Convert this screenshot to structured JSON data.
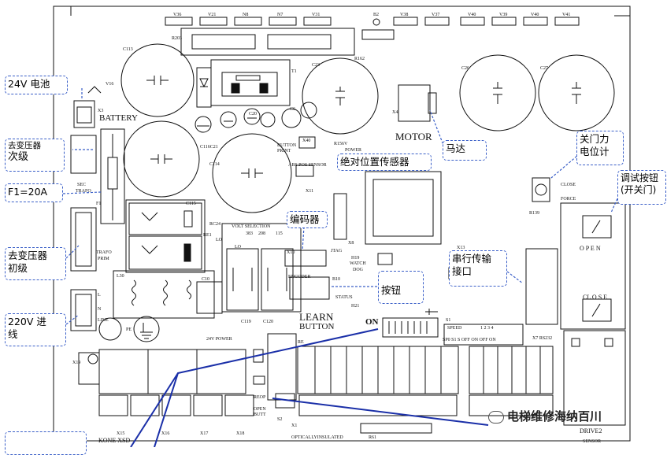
{
  "board_labels": {
    "battery": "BATTERY",
    "motor": "MOTOR",
    "learn": "LEARN",
    "button": "BUTTON",
    "on": "ON",
    "open": "O P E N",
    "close": "CL O S E",
    "drive2": "DRIVE2",
    "sensor": "SENSOR",
    "encoder": "ENCODER",
    "status": "STATUS",
    "watch_dog_1": "WATCH",
    "watch_dog_2": "DOG",
    "power": "POWER",
    "power24": "24V POWER",
    "trafo_prim_1": "TRAFO",
    "trafo_prim_2": "PRIM",
    "sec_trafo_1": "SEC",
    "sec_trafo_2": "TRAFO",
    "line": "LINE",
    "n": "N",
    "pe": "PE",
    "l": "L",
    "lo1": "LO",
    "lo2": "LO",
    "volt_selection": "VOLT SELECTION",
    "v383": "383",
    "v208": "208",
    "v115": "115",
    "speed": "SPEED",
    "s1": "S1",
    "sp_row": "SP0 S1 S OFF ON OFF ON",
    "nums": "1   2   3   4",
    "rs232": "X7 RS232",
    "reop_1": "REOP",
    "reop_2": "OPEN",
    "reop_3": "BUTT",
    "opto": "OPTICALLYINSULATED",
    "kone": "KONE XSD",
    "button_print_1": "BUTTON",
    "button_print_2": "PRINT",
    "abs_pos": "ABS POS SENSOR",
    "close_force_1": "CLOSE",
    "close_force_2": "FORCE",
    "jtag": "JTAG",
    "r139": "R139",
    "x11": "X11",
    "x8": "X8",
    "x10": "X10",
    "x3": "X3",
    "x4": "X4",
    "x40": "X40",
    "x13": "X13",
    "x15": "X15",
    "x16": "X16",
    "x17": "X17",
    "x18": "X18",
    "x19": "X19",
    "f1": "F1",
    "l30": "L30",
    "t1": "T1",
    "c113": "C113",
    "c116": "C116C21",
    "c114": "C114",
    "c23": "C23",
    "c26": "C26",
    "c27": "C27",
    "c119": "C119",
    "c120": "C120",
    "r203": "R203",
    "r162": "R162",
    "rc24": "RC24",
    "c115": "C115",
    "c10": "C10",
    "c20": "C20",
    "c6": "C6",
    "x1": "X1",
    "s2": "S2",
    "r61": "R61",
    "h19": "H19",
    "b10": "B10",
    "b1": "B1",
    "h21": "H21",
    "re": "RE",
    "re1": "RE1",
    "v36": "V36",
    "v21": "V21",
    "n8": "N8",
    "n7": "N7",
    "v31": "V31",
    "b2": "B2",
    "v38": "V38",
    "v37": "V37",
    "v40": "V40",
    "v39": "V39",
    "v40b": "V40",
    "v41": "V41",
    "v16": "V16",
    "r156": "R156V"
  },
  "callouts": {
    "battery": "24V 电池",
    "sec_1": "去变压器",
    "sec_2": "次级",
    "fuse": "F1=20A",
    "prim_1": "去变压器",
    "prim_2": "初级",
    "line_1": "220V 进",
    "line_2": "线",
    "motor": "马达",
    "abs_sensor": "绝对位置传感器",
    "encoder": "编码器",
    "button": "按钮",
    "serial_1": "串行传输",
    "serial_2": "接口",
    "pot_1": "关门力",
    "pot_2": "电位计",
    "debug_1": "调试按钮",
    "debug_2": "(开关门)"
  },
  "watermark": "电梯维修海纳百川",
  "colors": {
    "line": "#111111",
    "callout_border": "#3a5fc8",
    "wire": "#1a2fa8"
  }
}
